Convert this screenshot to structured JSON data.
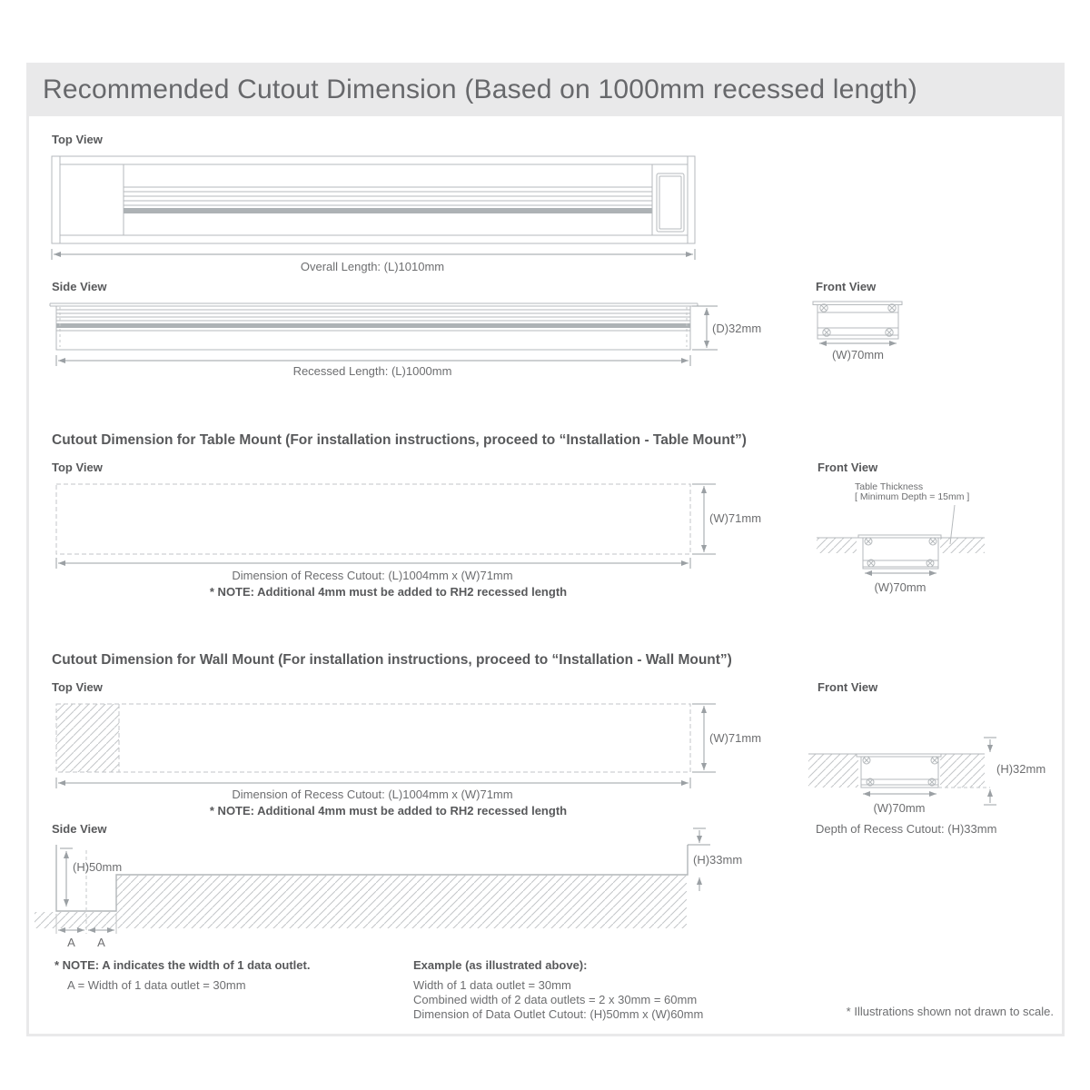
{
  "page": {
    "title": "Recommended Cutout Dimension (Based on 1000mm recessed length)",
    "footnote": "* Illustrations shown not drawn to scale."
  },
  "overall": {
    "top_view_label": "Top View",
    "side_view_label": "Side View",
    "front_view_label": "Front View",
    "overall_length": "Overall Length: (L)1010mm",
    "recessed_length": "Recessed Length: (L)1000mm",
    "depth": "(D)32mm",
    "front_width": "(W)70mm"
  },
  "table_mount": {
    "heading": "Cutout Dimension for Table Mount (For installation instructions, proceed to “Installation - Table Mount”)",
    "top_view_label": "Top View",
    "front_view_label": "Front View",
    "cutout_width": "(W)71mm",
    "cutout_dimension": "Dimension of Recess Cutout: (L)1004mm x (W)71mm",
    "note": "* NOTE: Additional 4mm must be added to RH2 recessed length",
    "table_thickness_line1": "Table Thickness",
    "table_thickness_line2": "[ Minimum Depth = 15mm ]",
    "front_width": "(W)70mm"
  },
  "wall_mount": {
    "heading": "Cutout Dimension for Wall Mount (For installation instructions, proceed to “Installation - Wall Mount”)",
    "top_view_label": "Top View",
    "front_view_label": "Front View",
    "side_view_label": "Side View",
    "cutout_width": "(W)71mm",
    "cutout_dimension": "Dimension of Recess Cutout: (L)1004mm x (W)71mm",
    "note": "* NOTE: Additional 4mm must be added to RH2 recessed length",
    "front_height": "(H)32mm",
    "front_width": "(W)70mm",
    "front_caption": "Depth of Recess Cutout: (H)33mm",
    "side_height_left": "(H)50mm",
    "side_height_right": "(H)33mm",
    "marker_a1": "A",
    "marker_a2": "A"
  },
  "notes": {
    "note_a_bold": "* NOTE: A indicates the width of 1 data outlet.",
    "note_a_detail": "A = Width of 1 data outlet = 30mm",
    "example_heading": "Example (as illustrated above):",
    "example_line1": "Width of 1 data outlet = 30mm",
    "example_line2": "Combined width of 2 data outlets = 2 x 30mm = 60mm",
    "example_line3": "Dimension of Data Outlet Cutout: (H)50mm x (W)60mm"
  },
  "colors": {
    "banner_bg": "#e9e9ea",
    "drawing_line": "#b5b9bc",
    "dimension_line": "#9ba0a4",
    "text": "#6d6e70",
    "heading_text": "#58595b"
  }
}
